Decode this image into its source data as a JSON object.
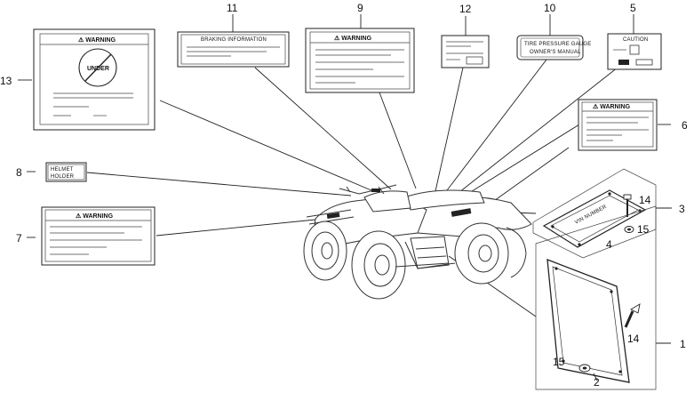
{
  "labels": {
    "warning": "⚠ WARNING",
    "caution": "CAUTION",
    "braking_information": "BRAKING INFORMATION",
    "tire_pressure_line1": "TIRE PRESSURE GAUGE",
    "tire_pressure_line2": "OWNER'S MANUAL",
    "helmet_line1": "HELMET",
    "helmet_line2": "HOLDER",
    "under": "UNDER",
    "kit_label": "VIN NUMBER"
  },
  "callouts": {
    "n1": "1",
    "n2": "2",
    "n3": "3",
    "n4": "4",
    "n5": "5",
    "n6": "6",
    "n7": "7",
    "n8": "8",
    "n9": "9",
    "n10": "10",
    "n11": "11",
    "n12": "12",
    "n13": "13",
    "n14a": "14",
    "n14b": "14",
    "n15a": "15",
    "n15b": "15"
  },
  "colors": {
    "ink": "#111111",
    "paper": "#ffffff",
    "shade": "#222222"
  }
}
